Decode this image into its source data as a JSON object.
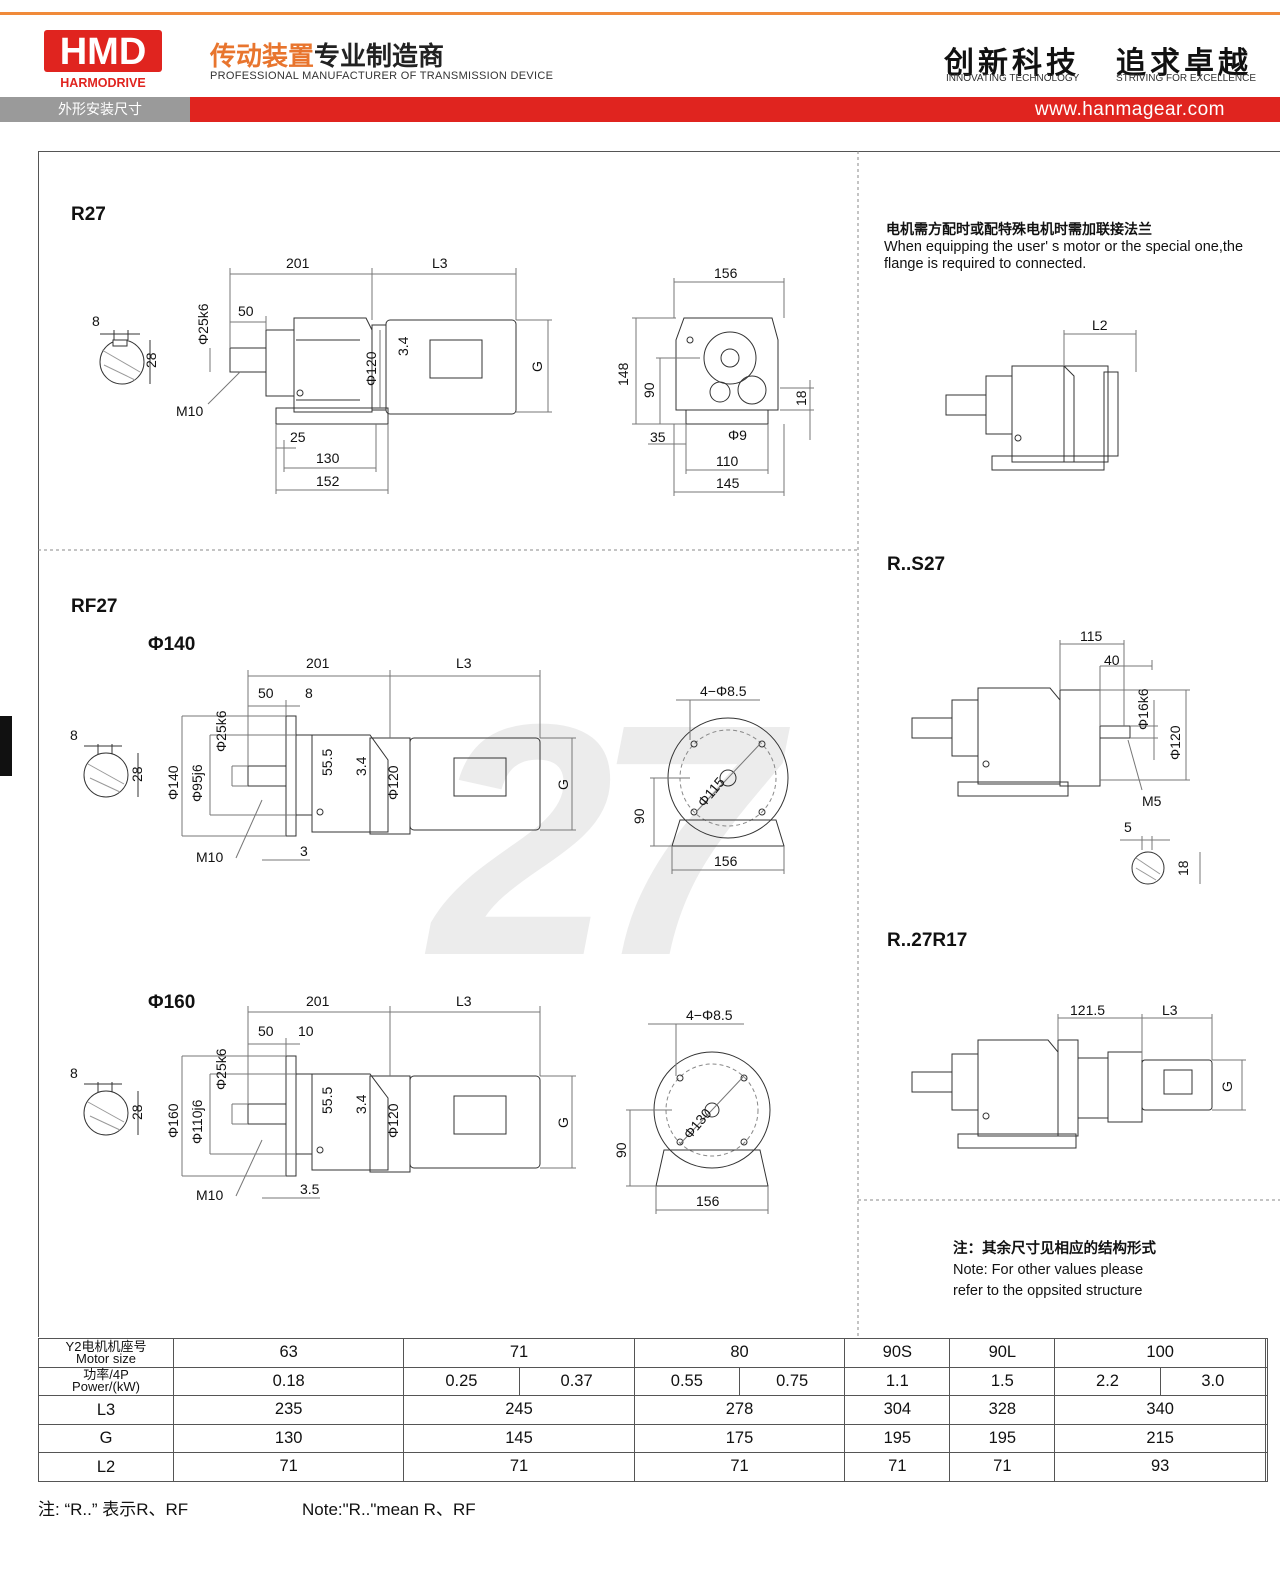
{
  "header": {
    "logo_text": "HMD",
    "logo_sub": "HARMODRIVE",
    "slogan_cn_a": "传动装置",
    "slogan_cn_b": "专业制造商",
    "slogan_en": "PROFESSIONAL MANUFACTURER OF TRANSMISSION DEVICE",
    "motto1_cn": "创新科技",
    "motto1_en": "INNOVATING TECHNOLOGY",
    "motto2_cn": "追求卓越",
    "motto2_en": "STRIVING FOR EXCELLENCE",
    "section": "外形安装尺寸",
    "website": "www.hanmagear.com",
    "brand_red": "#e0241f",
    "brand_orange": "#e8752e"
  },
  "watermark": "27",
  "models": {
    "r27": "R27",
    "rf27": "RF27",
    "phi140": "Φ140",
    "phi160": "Φ160",
    "rs27": "R..S27",
    "r27r17": "R..27R17"
  },
  "notes": {
    "flange_cn": "电机需方配时或配特殊电机时需加联接法兰",
    "flange_en": "When equipping the user' s motor or the special one,the flange is required to connected.",
    "other_cn": "注：其余尺寸见相应的结构形式",
    "other_en1": "Note: For other values please",
    "other_en2": "refer to the oppsited structure",
    "bottom_cn": "注: “R..” 表示R、RF",
    "bottom_en": "Note:\"R..\"mean R、RF"
  },
  "dims": {
    "r27": {
      "d201": "201",
      "l3": "L3",
      "d50": "50",
      "phi25k6": "Φ25k6",
      "d8": "8",
      "d28": "28",
      "m10": "M10",
      "d25": "25",
      "d130": "130",
      "d152": "152",
      "phi120": "Φ120",
      "d34": "3.4",
      "g": "G"
    },
    "r27side": {
      "d156": "156",
      "d148": "148",
      "d90": "90",
      "d18": "18",
      "d35": "35",
      "phi9": "Φ9",
      "d110": "110",
      "d145": "145"
    },
    "rf140": {
      "d201": "201",
      "l3": "L3",
      "d50": "50",
      "d8b": "8",
      "d8": "8",
      "d28": "28",
      "phi25k6": "Φ25k6",
      "phi140": "Φ140",
      "phi95j6": "Φ95j6",
      "d555": "55.5",
      "d34": "3.4",
      "phi120": "Φ120",
      "g": "G",
      "m10": "M10",
      "d3": "3"
    },
    "rf140side": {
      "holes": "4−Φ8.5",
      "phi115": "Φ115",
      "d90": "90",
      "d156": "156"
    },
    "rf160": {
      "d201": "201",
      "l3": "L3",
      "d50": "50",
      "d10": "10",
      "d8": "8",
      "d28": "28",
      "phi25k6": "Φ25k6",
      "phi160": "Φ160",
      "phi110j6": "Φ110j6",
      "d555": "55.5",
      "d34": "3.4",
      "phi120": "Φ120",
      "g": "G",
      "m10": "M10",
      "d35": "3.5"
    },
    "rf160side": {
      "holes": "4−Φ8.5",
      "phi130": "Φ130",
      "d90": "90",
      "d156": "156"
    },
    "flange": {
      "l2": "L2"
    },
    "rs27": {
      "d115": "115",
      "d40": "40",
      "phi16k6": "Φ16k6",
      "phi120": "Φ120",
      "m5": "M5",
      "d5": "5",
      "d18": "18"
    },
    "r27r17": {
      "d1215": "121.5",
      "l3": "L3",
      "g": "G"
    }
  },
  "table": {
    "rows": [
      {
        "head1": "Y2电机机座号",
        "head2": "Motor size",
        "cells": [
          "63",
          "71",
          "80",
          "90S",
          "90L",
          "100"
        ]
      },
      {
        "head1": "功率/4P",
        "head2": "Power/(kW)",
        "cells": [
          "0.18",
          "0.25",
          "0.37",
          "0.55",
          "0.75",
          "1.1",
          "1.5",
          "2.2",
          "3.0"
        ]
      },
      {
        "head1": "L3",
        "cells": [
          "235",
          "245",
          "278",
          "304",
          "328",
          "340"
        ]
      },
      {
        "head1": "G",
        "cells": [
          "130",
          "145",
          "175",
          "195",
          "195",
          "215"
        ]
      },
      {
        "head1": "L2",
        "cells": [
          "71",
          "71",
          "71",
          "71",
          "71",
          "93"
        ]
      }
    ]
  }
}
